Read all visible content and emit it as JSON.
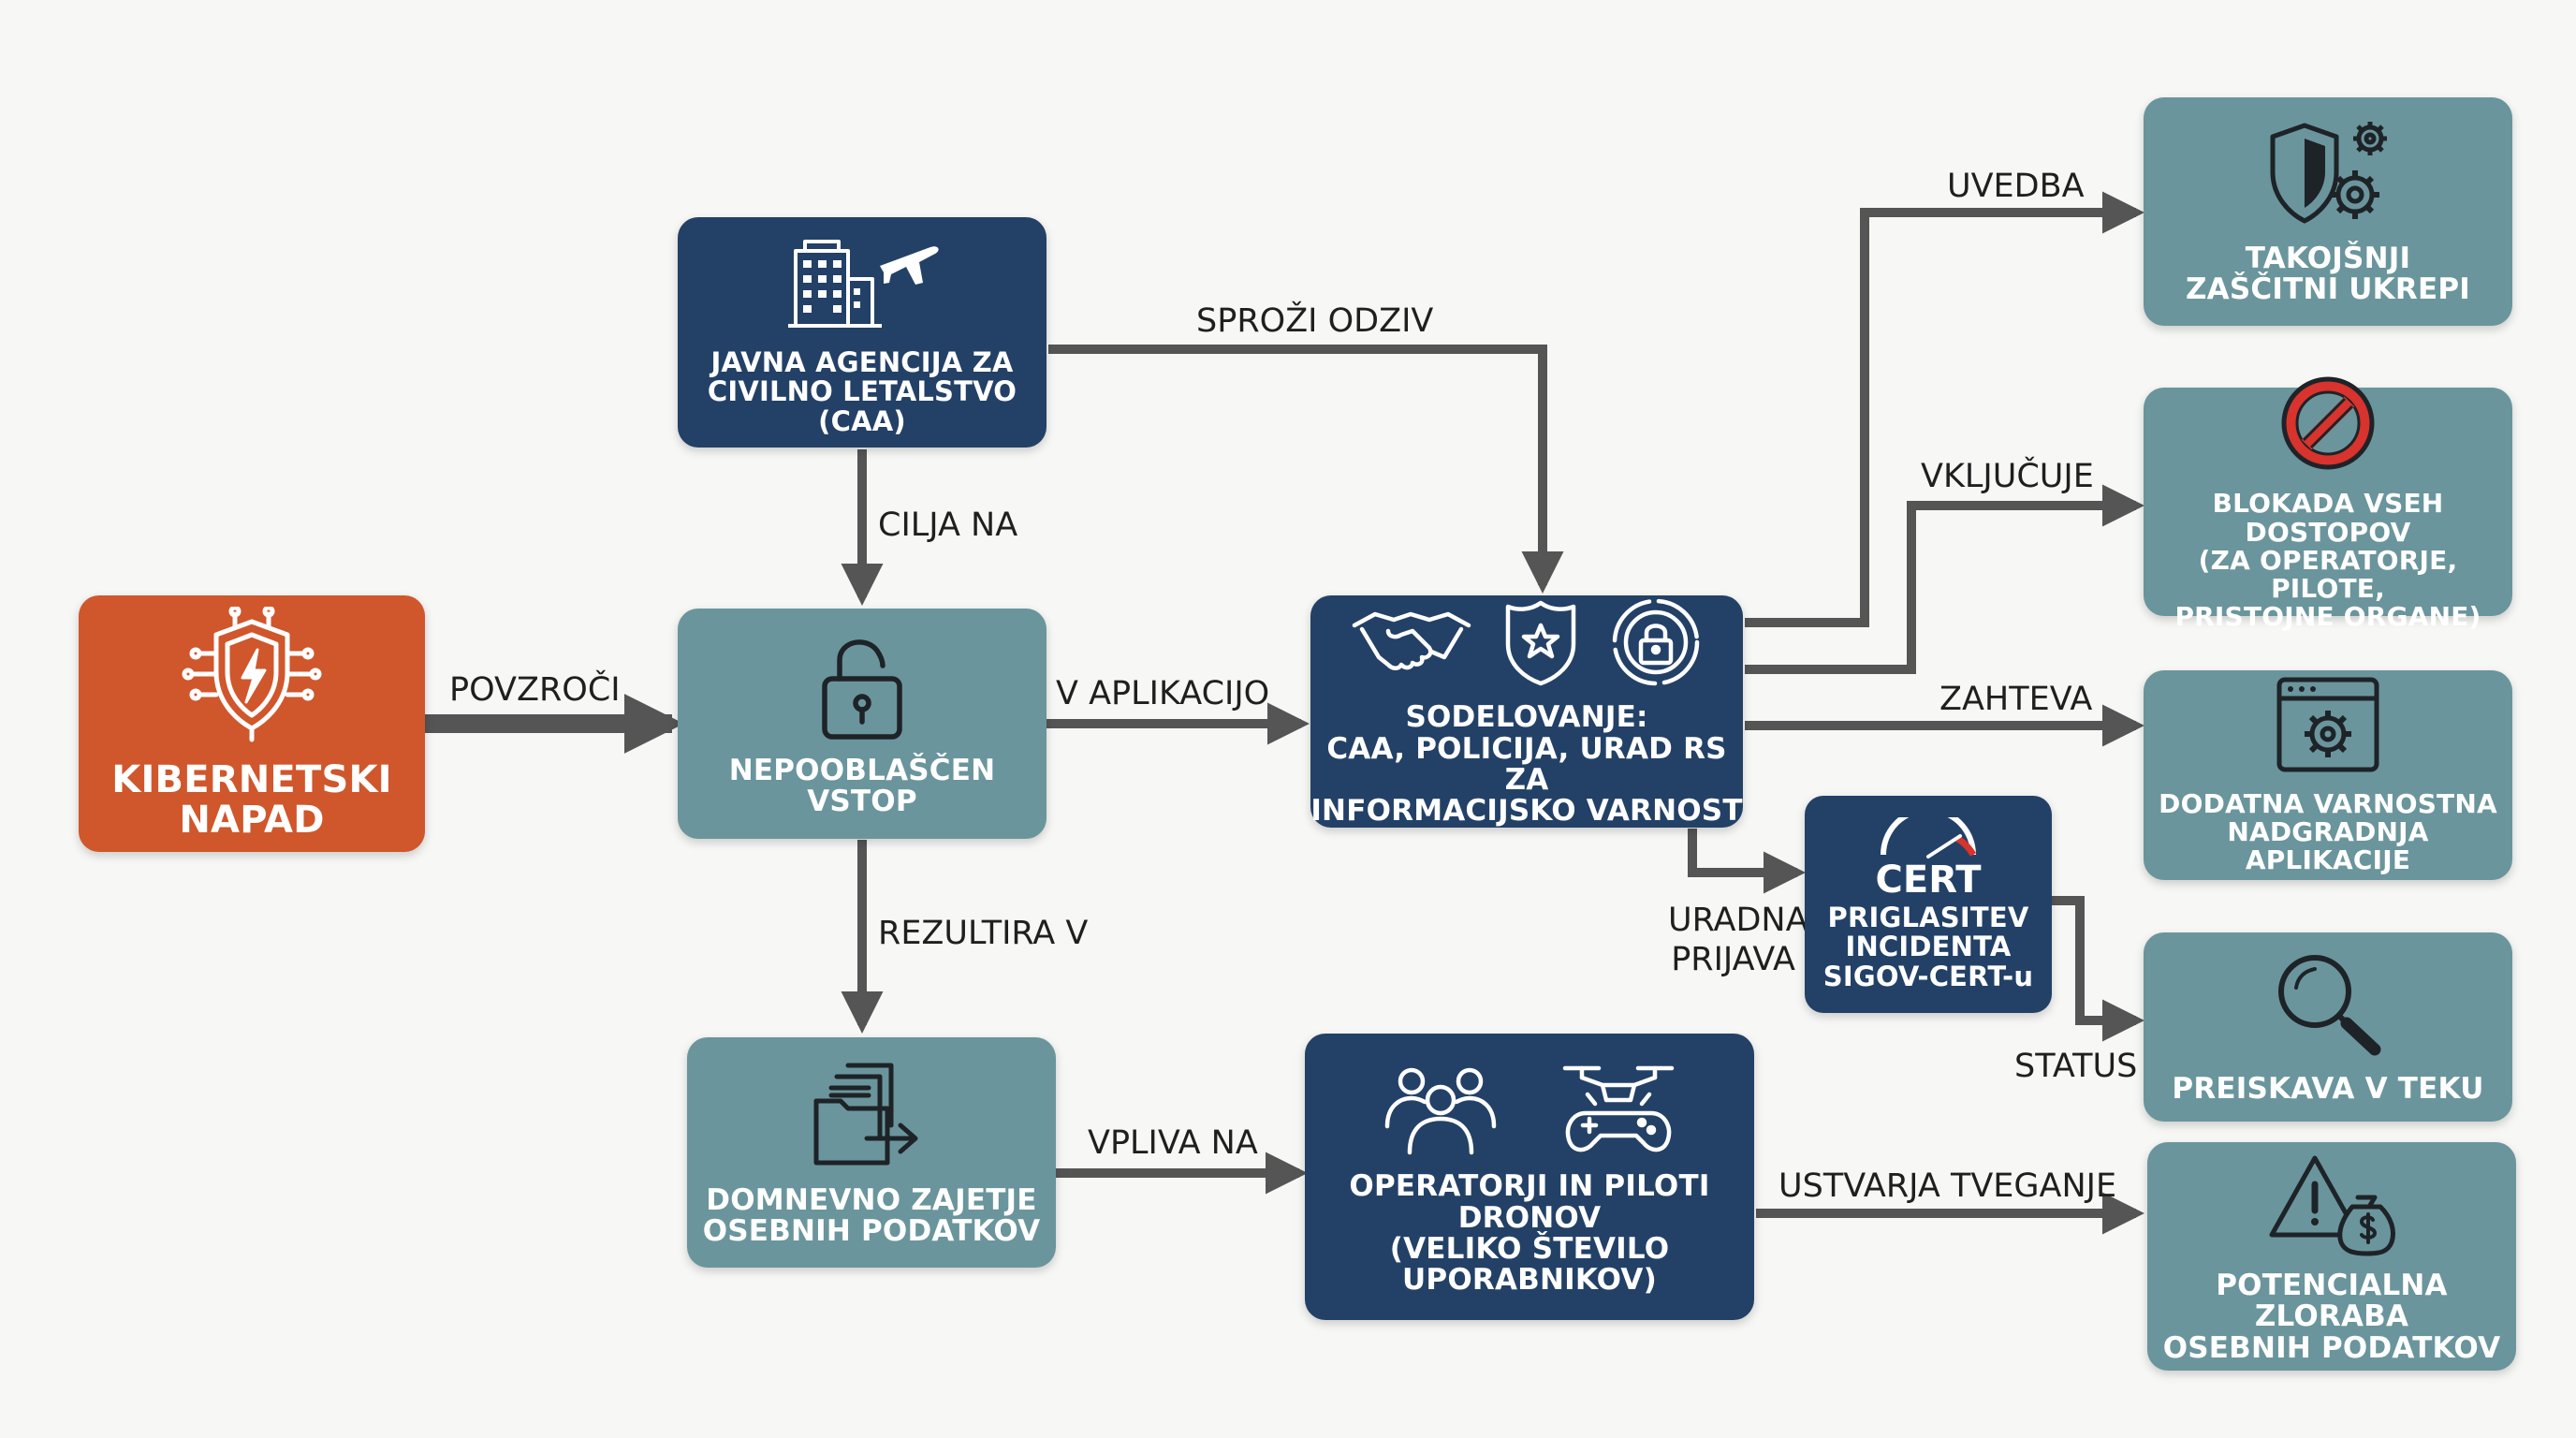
{
  "nodes": {
    "cyber_attack": "KIBERNETSKI\nNAPAD",
    "caa_agency": "JAVNA AGENCIJA ZA\nCIVILNO LETALSTVO (CAA)",
    "unauthorized_access": "NEPOOBLAŠČEN\nVSTOP",
    "data_capture": "DOMNEVNO ZAJETJE\nOSEBNIH PODATKOV",
    "cooperation": "SODELOVANJE:\nCAA, POLICIJA, URAD RS ZA\nINFORMACIJSKO VARNOST",
    "cert_report": "PRIGLASITEV\nINCIDENTA\nSIGOV-CERT-u",
    "cert_logo": "CERT",
    "operators": "OPERATORJI IN PILOTI\nDRONOV\n(VELIKO ŠTEVILO\nUPORABNIKOV)",
    "immediate_measures": "TAKOJŠNJI\nZAŠČITNI UKREPI",
    "block_access": "BLOKADA VSEH DOSTOPOV\n(ZA OPERATORJE, PILOTE,\nPRISTOJNE ORGANE)",
    "app_upgrade": "DODATNA VARNOSTNA\nNADGRADNJA APLIKACIJE",
    "investigation": "PREISKAVA V TEKU",
    "misuse": "POTENCIALNA ZLORABA\nOSEBNIH PODATKOV"
  },
  "edges": {
    "causes": "POVZROČI",
    "targets": "CILJA NA",
    "in_app": "V APLIKACIJO",
    "triggers_response": "SPROŽI ODZIV",
    "results_in": "REZULTIRA V",
    "affects": "VPLIVA NA",
    "introduction": "UVEDBA",
    "includes": "VKLJUČUJE",
    "requires": "ZAHTEVA",
    "official_report": "URADNA\nPRIJAVA",
    "status": "STATUS",
    "creates_risk": "USTVARJA TVEGANJE"
  },
  "colors": {
    "dark_node": "#234167",
    "teal_node": "#6a959c",
    "orange_node": "#d0562c",
    "connector": "#555555",
    "forbidden_red": "#d8332c"
  },
  "icons": {
    "cyber_attack": "shield-bolt-circuit-icon",
    "caa_agency": "building-airplane-icon",
    "unauthorized_access": "open-padlock-icon",
    "data_capture": "documents-arrow-icon",
    "cooperation": [
      "handshake-icon",
      "police-badge-icon",
      "security-lock-icon"
    ],
    "cert_report": "cert-gauge-icon",
    "operators": [
      "user-group-icon",
      "drone-controller-icon"
    ],
    "immediate_measures": "shield-gears-icon",
    "block_access": "forbidden-sign-icon",
    "app_upgrade": "app-window-gear-icon",
    "investigation": "magnifier-icon",
    "misuse": "warning-money-bag-icon"
  }
}
